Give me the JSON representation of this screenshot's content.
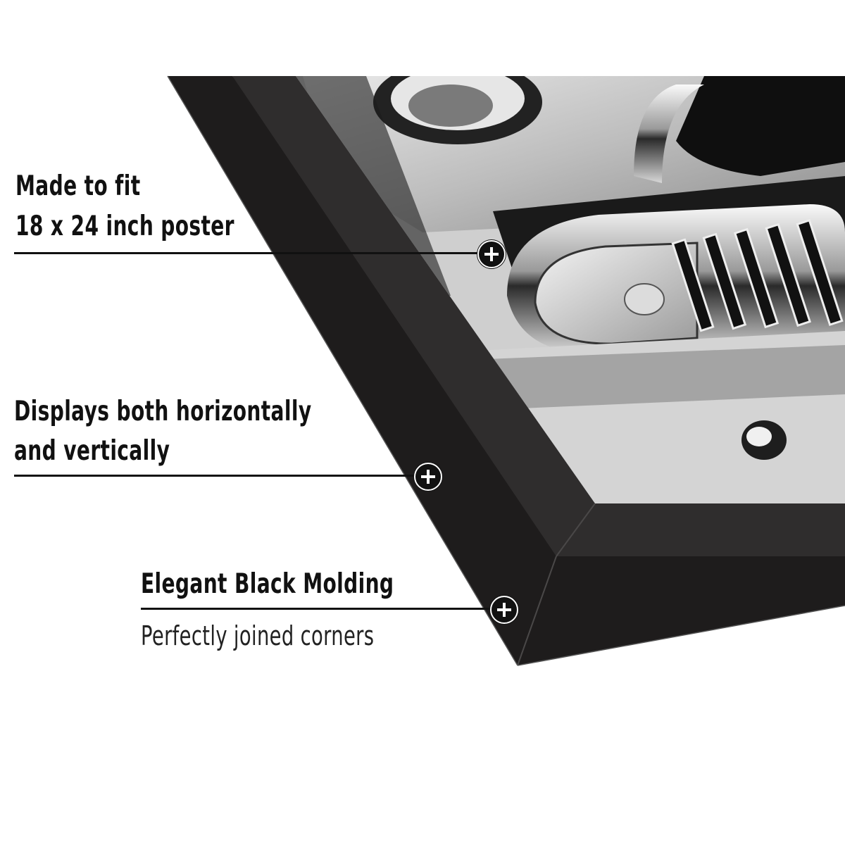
{
  "callouts": {
    "fit": {
      "line1": "Made to fit",
      "line2": "18 x 24 inch poster"
    },
    "orientation": {
      "line1": "Displays both horizontally",
      "line2": "and vertically"
    },
    "molding": {
      "title": "Elegant Black Molding",
      "subtitle": "Perfectly joined corners"
    }
  },
  "colors": {
    "frame": "#1e1c1c",
    "frame_bevel": "#3a3838",
    "text": "#111111",
    "background": "#ffffff"
  },
  "icons": [
    "plus-marker-icon"
  ]
}
